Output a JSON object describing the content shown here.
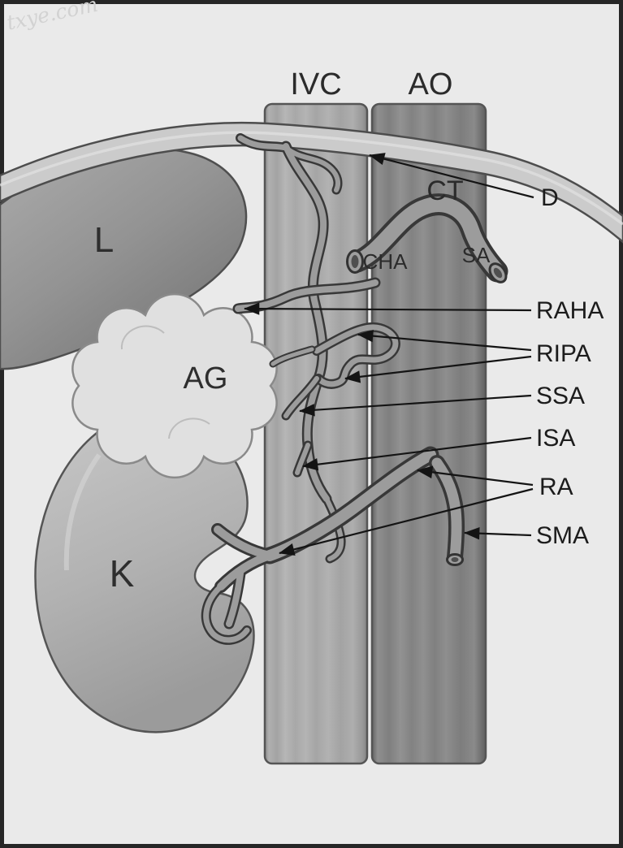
{
  "watermark": "txye.com",
  "vessels": {
    "ivc": "IVC",
    "ao": "AO",
    "ct": "CT",
    "cha": "CHA",
    "sa": "SA"
  },
  "organs": {
    "liver": "L",
    "adrenal": "AG",
    "kidney": "K"
  },
  "annotations": {
    "d": "D",
    "raha": "RAHA",
    "ripa": "RIPA",
    "ssa": "SSA",
    "isa": "ISA",
    "ra": "RA",
    "sma": "SMA"
  }
}
